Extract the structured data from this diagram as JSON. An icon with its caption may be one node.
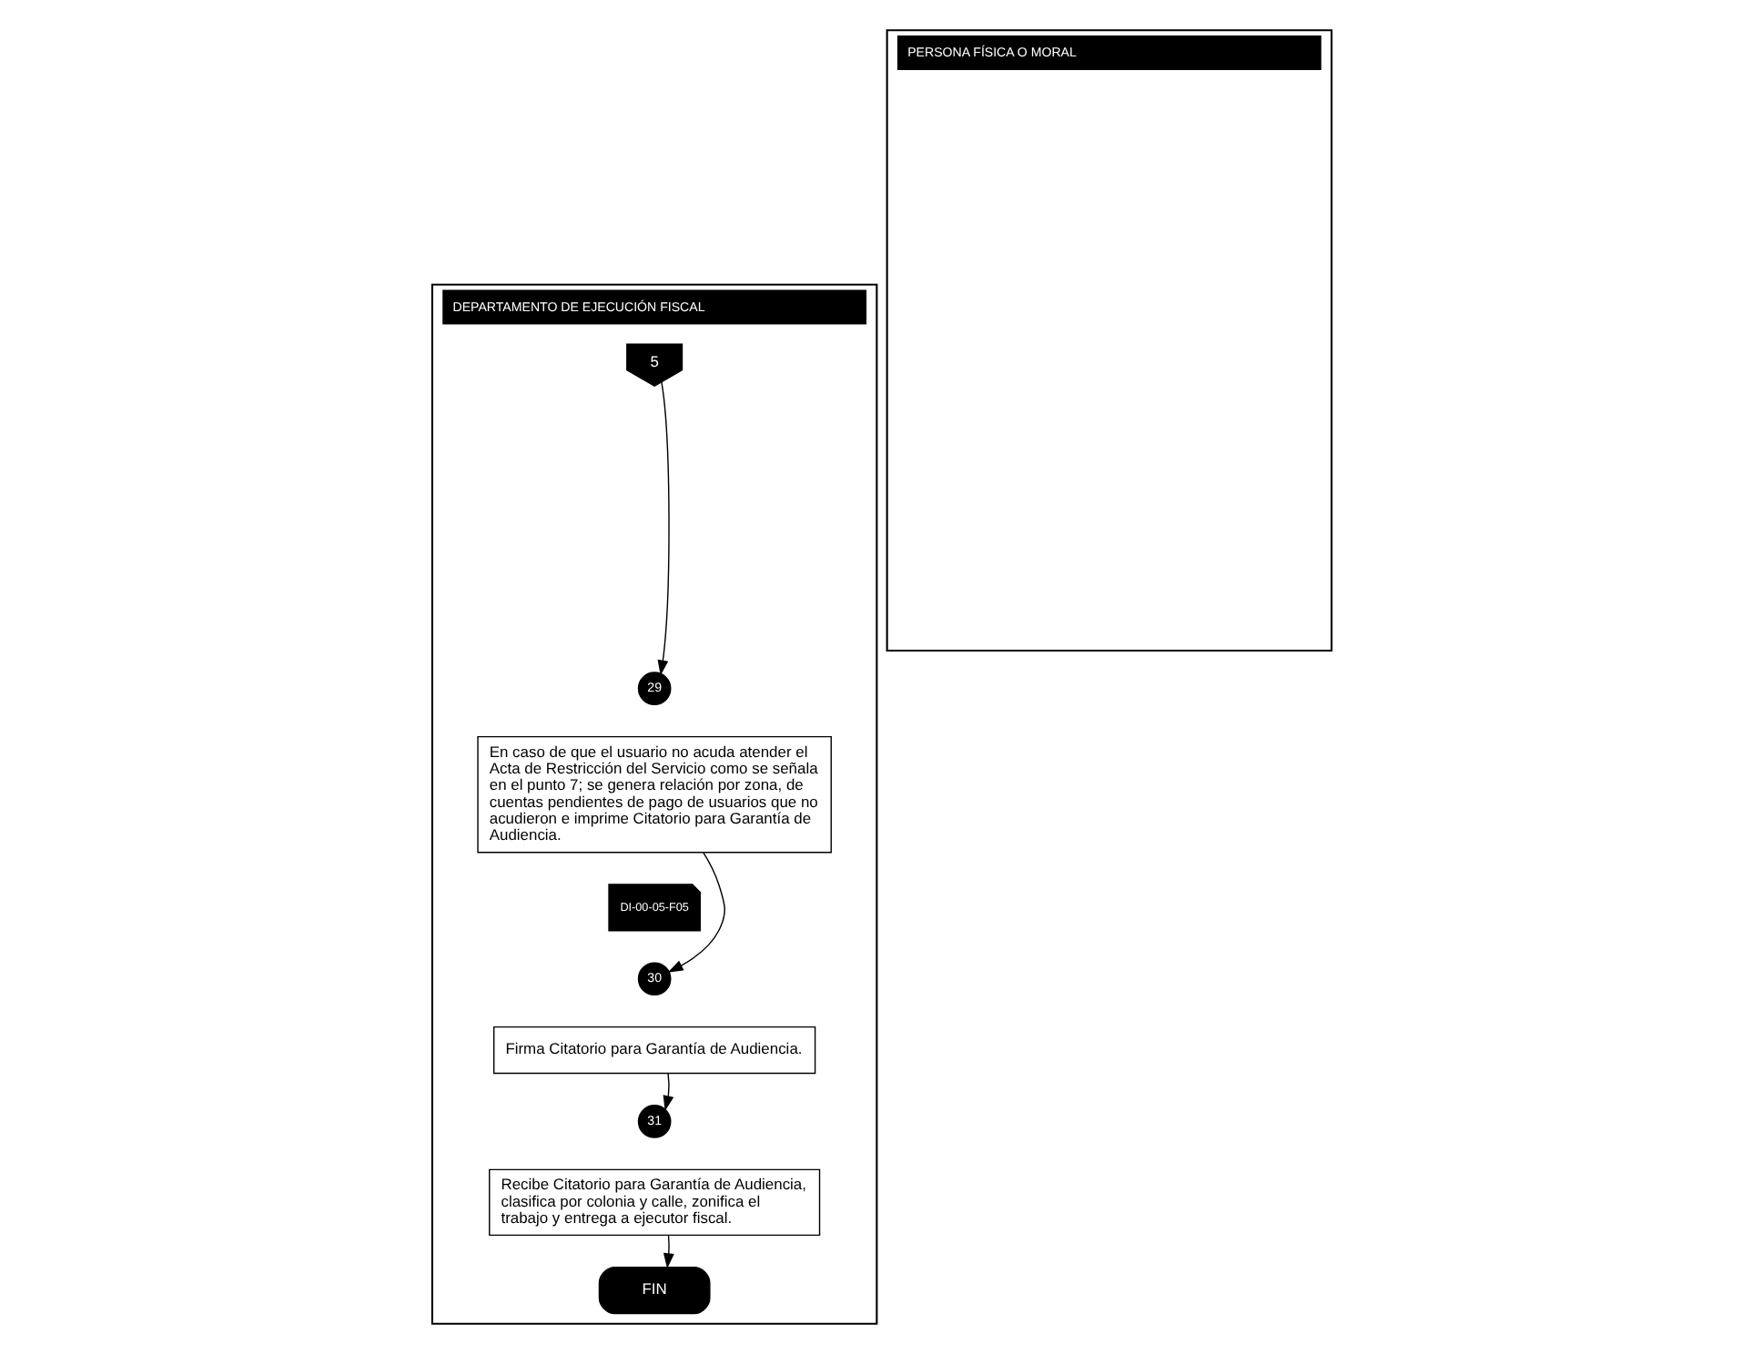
{
  "diagram": {
    "nodes": [
      {
        "text": [
          "PERSONA FÍSICA O MORAL"
        ]
      },
      {
        "text": [
          "DEPARTAMENTO DE EJECUCIÓN FISCAL"
        ]
      },
      {
        "text": [
          "5"
        ],
        "in": 1
      },
      {
        "text": [
          "29"
        ],
        "in": 1
      },
      {
        "text": [
          "En caso de que el usuario no acuda atender el Acta de Restricción del Servicio como se señala en el punto 7; se genera relación por zona, de cuentas pendientes de pago de usuarios que no acudieron e imprime Citatorio para Garantía de Audiencia."
        ],
        "in": 1
      },
      {
        "text": [
          "DI-00-05-F05"
        ],
        "in": 1
      },
      {
        "text": [
          "30"
        ],
        "in": 1
      },
      {
        "text": [
          "Firma Citatorio para Garantía de Audiencia."
        ],
        "in": 1
      },
      {
        "text": [
          "31"
        ],
        "in": 1
      },
      {
        "text": [
          "Recibe Citatorio para Garantía de Audiencia, clasifica por colonia y calle, zonifica el trabajo y entrega a ejecutor fiscal."
        ],
        "in": 1
      },
      {
        "text": [
          "FIN"
        ],
        "in": 1
      }
    ],
    "edges": [
      {
        "from": 2,
        "to": 3,
        "arrow": "to"
      },
      {
        "from": 4,
        "to": 6,
        "arrow": "to"
      },
      {
        "from": 7,
        "to": 8,
        "arrow": "to"
      },
      {
        "from": 9,
        "to": 10,
        "arrow": "to"
      }
    ]
  }
}
